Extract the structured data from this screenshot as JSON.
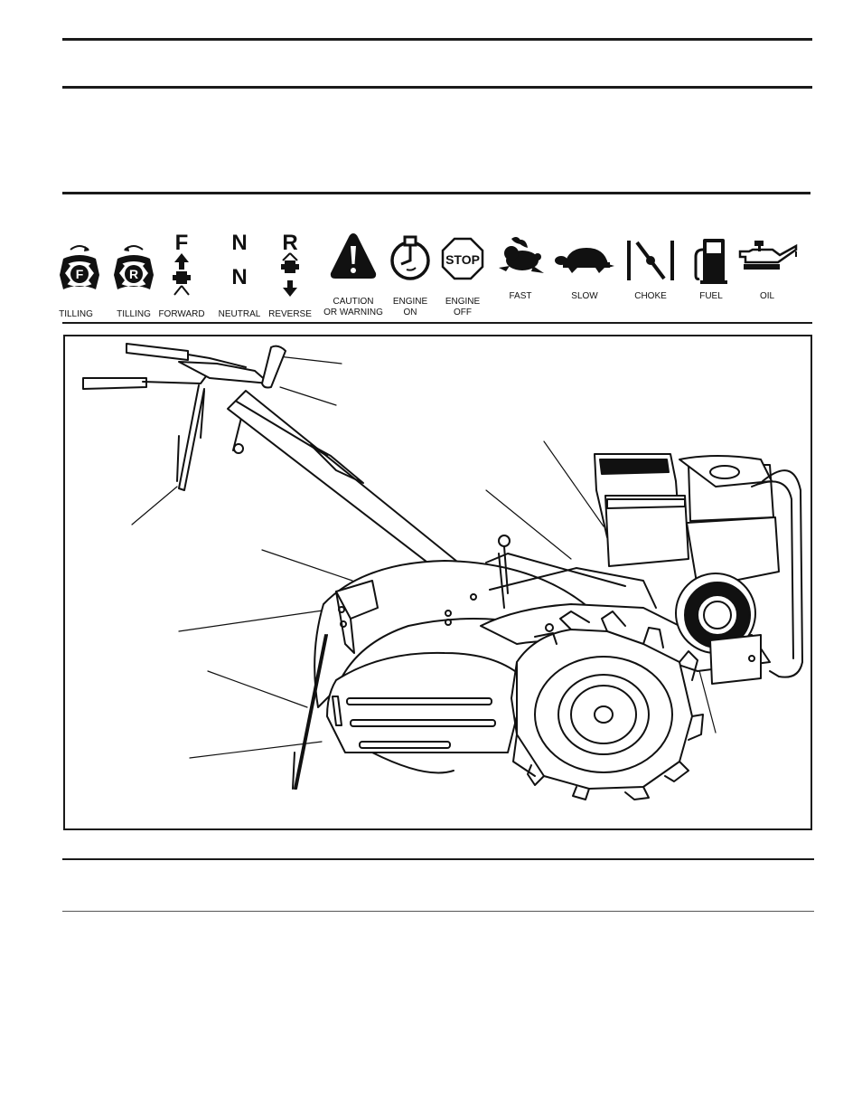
{
  "symbols": [
    {
      "key": "tilling_f",
      "label": "TILLING",
      "icon": "tilling-forward-icon"
    },
    {
      "key": "tilling_r",
      "label": "TILLING",
      "icon": "tilling-reverse-icon"
    },
    {
      "key": "forward",
      "label": "FORWARD",
      "letter": "F",
      "icon": "forward-arrow-icon"
    },
    {
      "key": "neutral",
      "label": "NEUTRAL",
      "letter": "N",
      "icon": "neutral-icon"
    },
    {
      "key": "reverse",
      "label": "REVERSE",
      "letter": "R",
      "icon": "reverse-arrow-icon"
    },
    {
      "key": "caution",
      "label_line1": "CAUTION",
      "label_line2": "OR WARNING",
      "icon": "warning-triangle-icon"
    },
    {
      "key": "engine_on",
      "label_line1": "ENGINE",
      "label_line2": "ON",
      "icon": "engine-on-icon"
    },
    {
      "key": "engine_off",
      "label_line1": "ENGINE",
      "label_line2": "OFF",
      "stop_text": "STOP",
      "icon": "stop-sign-icon"
    },
    {
      "key": "fast",
      "label": "FAST",
      "icon": "rabbit-icon"
    },
    {
      "key": "slow",
      "label": "SLOW",
      "icon": "turtle-icon"
    },
    {
      "key": "choke",
      "label": "CHOKE",
      "icon": "choke-icon"
    },
    {
      "key": "fuel",
      "label": "FUEL",
      "icon": "fuel-pump-icon"
    },
    {
      "key": "oil",
      "label": "OIL",
      "icon": "oil-can-icon"
    }
  ],
  "figure": {
    "illustration": "rear-tine-tiller-illustration"
  }
}
